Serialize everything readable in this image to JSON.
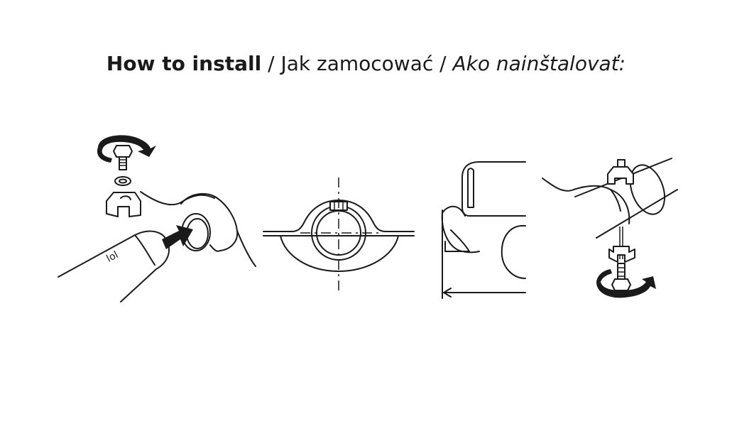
{
  "header": {
    "title_en": "How to install",
    "separator_1": " / ",
    "title_pl": "Jak zamocować",
    "separator_2": " / ",
    "title_sk": "Ako nainštalovať:"
  },
  "steps": [
    {
      "icon": "tube-insert-illustration"
    },
    {
      "icon": "cross-section-illustration"
    },
    {
      "icon": "side-profile-illustration"
    },
    {
      "icon": "clamp-tighten-illustration"
    }
  ],
  "colors": {
    "line": "#1a1a1a",
    "background": "#ffffff"
  }
}
